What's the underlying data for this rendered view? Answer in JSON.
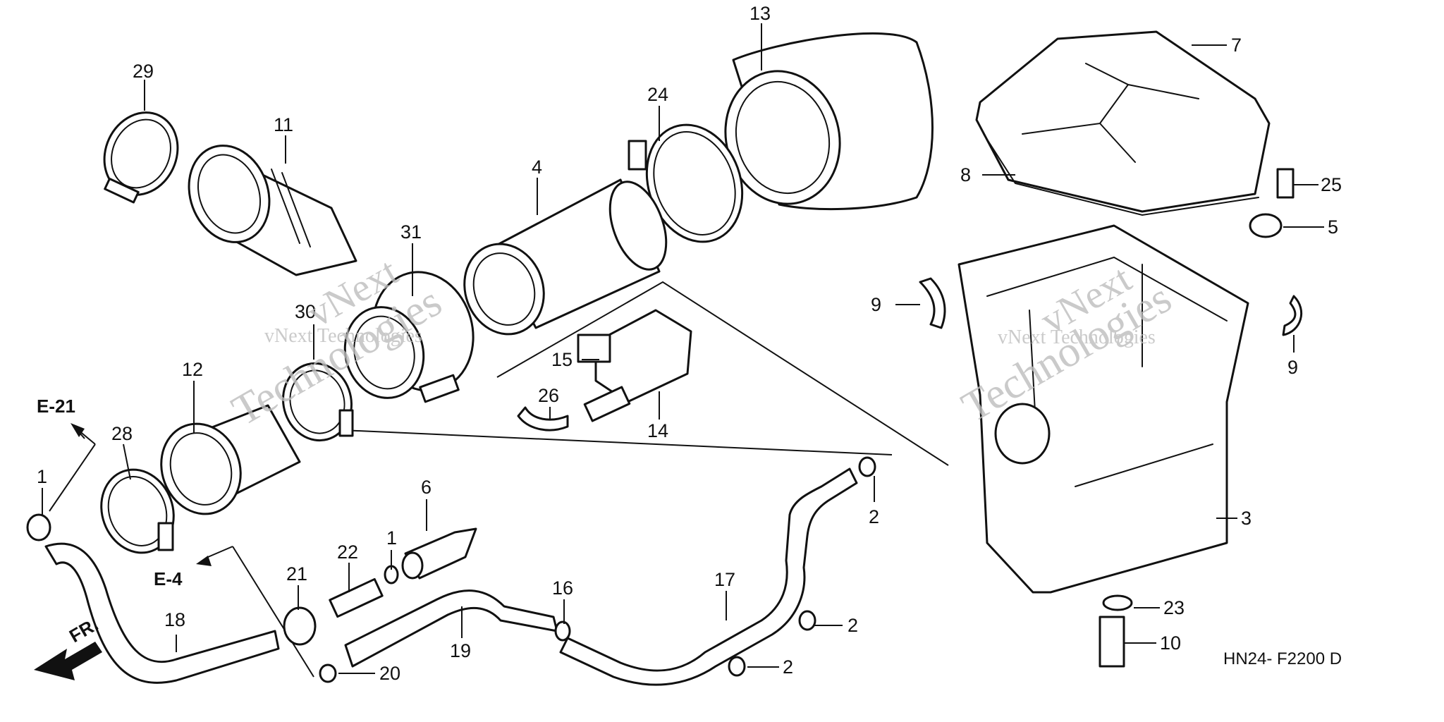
{
  "callouts": [
    "1",
    "1",
    "2",
    "2",
    "2",
    "3",
    "4",
    "5",
    "6",
    "7",
    "8",
    "9",
    "9",
    "10",
    "11",
    "12",
    "13",
    "14",
    "15",
    "16",
    "17",
    "18",
    "19",
    "20",
    "21",
    "22",
    "23",
    "24",
    "25",
    "26",
    "28",
    "29",
    "30",
    "31"
  ],
  "references": {
    "e21": "E-21",
    "e4": "E-4",
    "front": "FR."
  },
  "diagram_code": "HN24- F2200 D",
  "watermark": {
    "line1": "vNext",
    "line2": "Technologies",
    "caption": "vNext Technologies"
  }
}
